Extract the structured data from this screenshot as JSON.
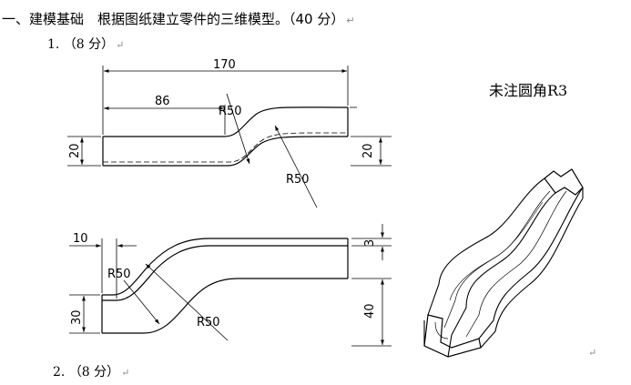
{
  "document": {
    "heading": "一、建模基础　根据图纸建立零件的三维模型。（40 分）",
    "items": [
      {
        "label": "1. （8 分）"
      },
      {
        "label": "2. （8 分）"
      }
    ],
    "paragraph_mark": "↵",
    "note": "未注圆角R3"
  },
  "front_view": {
    "dims": {
      "overall_length": "170",
      "offset_length": "86",
      "radius_top": "R50",
      "radius_bottom": "R50",
      "height_left": "20",
      "height_right": "20"
    }
  },
  "top_view": {
    "dims": {
      "wall": "10",
      "radius_left": "R50",
      "radius_bottom": "R50",
      "thickness": "3",
      "width_left": "30",
      "width_right": "40"
    }
  },
  "iso_view": {
    "label": "isometric-part-view"
  }
}
